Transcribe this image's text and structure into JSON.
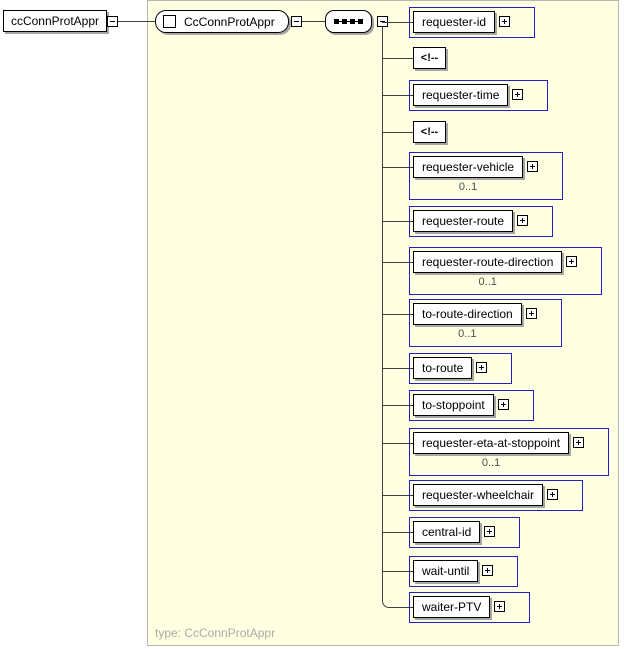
{
  "diagram": {
    "root_element": {
      "label": "ccConnProtAppr"
    },
    "type_box": {
      "label": "CcConnProtAppr",
      "icon": "complex-type-square-icon"
    },
    "compositor": {
      "kind": "sequence",
      "icon": "sequence-icon"
    },
    "footer": {
      "text": "type: CcConnProtAppr"
    },
    "comment_glyph": "<!--",
    "colors": {
      "panel_background": "#FFFFE1",
      "panel_border": "#B6B6B6",
      "box_border": "#000000",
      "box_shadow": "#A6A6A6",
      "optional_frame_blue": "#2121C8",
      "occurs_text": "#4D4D4D",
      "footer_text": "#ABABAB",
      "connector_line": "#3F3F3F"
    },
    "children": [
      {
        "kind": "element",
        "label": "requester-id"
      },
      {
        "kind": "comment"
      },
      {
        "kind": "element",
        "label": "requester-time"
      },
      {
        "kind": "comment"
      },
      {
        "kind": "element",
        "label": "requester-vehicle",
        "occurs": "0..1"
      },
      {
        "kind": "element",
        "label": "requester-route"
      },
      {
        "kind": "element",
        "label": "requester-route-direction",
        "occurs": "0..1"
      },
      {
        "kind": "element",
        "label": "to-route-direction",
        "occurs": "0..1"
      },
      {
        "kind": "element",
        "label": "to-route"
      },
      {
        "kind": "element",
        "label": "to-stoppoint"
      },
      {
        "kind": "element",
        "label": "requester-eta-at-stoppoint",
        "occurs": "0..1"
      },
      {
        "kind": "element",
        "label": "requester-wheelchair"
      },
      {
        "kind": "element",
        "label": "central-id"
      },
      {
        "kind": "element",
        "label": "wait-until"
      },
      {
        "kind": "element",
        "label": "waiter-PTV"
      }
    ]
  }
}
